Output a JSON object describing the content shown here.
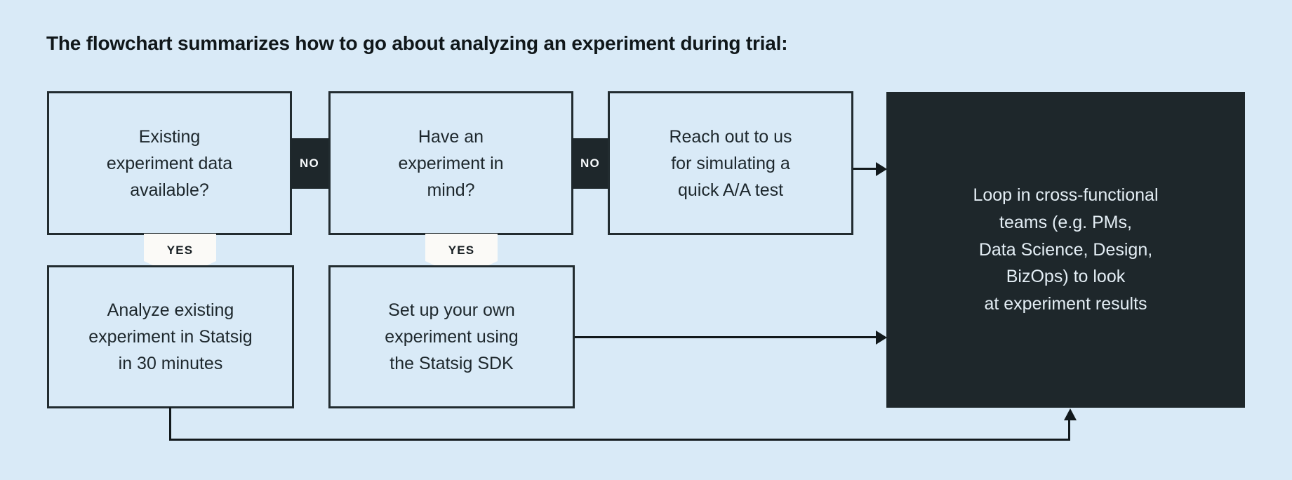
{
  "page": {
    "background_color": "#d9eaf7",
    "dark_color": "#1e272b",
    "line_color": "#12191c",
    "badge_yes_bg": "#fbfaf7"
  },
  "title": "The flowchart summarizes how to go about analyzing an experiment during trial:",
  "nodes": {
    "existing_data": {
      "line1": "Existing",
      "line2": "experiment data",
      "line3": "available?"
    },
    "experiment_in_mind": {
      "line1": "Have an",
      "line2": "experiment in",
      "line3": "mind?"
    },
    "reach_out": {
      "line1": "Reach out to us",
      "line2": "for simulating a",
      "line3": "quick A/A test"
    },
    "analyze_existing": {
      "line1": "Analyze existing",
      "line2": "experiment in Statsig",
      "line3": "in 30 minutes"
    },
    "set_up_own": {
      "line1": "Set up your own",
      "line2": "experiment using",
      "line3": "the Statsig SDK"
    },
    "loop_in_teams": {
      "line1": "Loop in cross-functional",
      "line2": "teams (e.g. PMs,",
      "line3": "Data Science, Design,",
      "line4": "BizOps) to look",
      "line5": "at experiment results"
    }
  },
  "badges": {
    "no_1": "NO",
    "no_2": "NO",
    "yes_1": "YES",
    "yes_2": "YES"
  }
}
